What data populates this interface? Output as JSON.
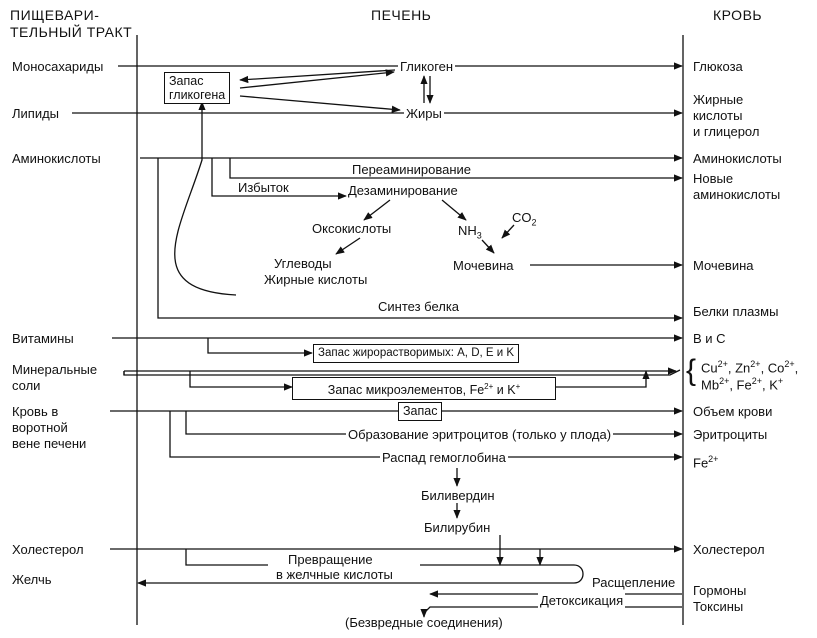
{
  "headers": {
    "gi": [
      "ПИЩЕВАРИ-",
      "ТЕЛЬНЫЙ ТРАКТ"
    ],
    "liver": "ПЕЧЕНЬ",
    "blood": "КРОВЬ"
  },
  "left": {
    "monosaccharides": "Моносахариды",
    "lipids": "Липиды",
    "amino": "Аминокислоты",
    "vitamins": "Витамины",
    "minerals": [
      "Минеральные",
      "соли"
    ],
    "portal": [
      "Кровь в",
      "воротной",
      "вене печени"
    ],
    "cholesterol": "Холестерол",
    "bile": "Желчь"
  },
  "middle": {
    "glycogen_store": [
      "Запас",
      "гликогена"
    ],
    "glycogen": "Гликоген",
    "fats": "Жиры",
    "transamination": "Переаминирование",
    "excess": "Избыток",
    "deamination": "Дезаминирование",
    "oxoacids": "Оксокислоты",
    "nh3": "NH",
    "nh3_sub": "3",
    "co2": "CO",
    "co2_sub": "2",
    "carbs_fatty": [
      "Углеводы",
      "Жирные кислоты"
    ],
    "urea": "Мочевина",
    "protein_synthesis": "Синтез белка",
    "fat_soluble_store": "Запас жирорастворимых: A, D, E и K",
    "trace_store": "Запас микроэлементов, Fe",
    "trace_store_sup": "2+",
    "trace_store_tail": " и K",
    "trace_store_sup2": "+",
    "store": "Запас",
    "erythro_formation": "Образование эритроцитов (только у плода)",
    "hb_breakdown": "Распад гемоглобина",
    "biliverdin": "Биливердин",
    "bilirubin": "Билирубин",
    "conversion": [
      "Превращение",
      "в желчные кислоты"
    ],
    "cleavage": "Расщепление",
    "detox": "Детоксикация",
    "harmless": "(Безвредные соединения)"
  },
  "right": {
    "glucose": "Глюкоза",
    "fatty_glycerol": [
      "Жирные",
      "кислоты",
      "и глицерол"
    ],
    "amino": "Аминокислоты",
    "new_amino": [
      "Новые",
      "аминокислоты"
    ],
    "urea": "Мочевина",
    "plasma_proteins": "Белки плазмы",
    "b_c": "В и С",
    "ions_line1": [
      "Cu",
      "2+",
      ", Zn",
      "2+",
      ", Co",
      "2+",
      ","
    ],
    "ions_line2": [
      "Mb",
      "2+",
      ", Fe",
      "2+",
      ", K",
      "+"
    ],
    "blood_volume": "Объем крови",
    "erythrocytes": "Эритроциты",
    "fe": "Fe",
    "fe_sup": "2+",
    "cholesterol": "Холестерол",
    "hormones": "Гормоны",
    "toxins": "Токсины"
  }
}
